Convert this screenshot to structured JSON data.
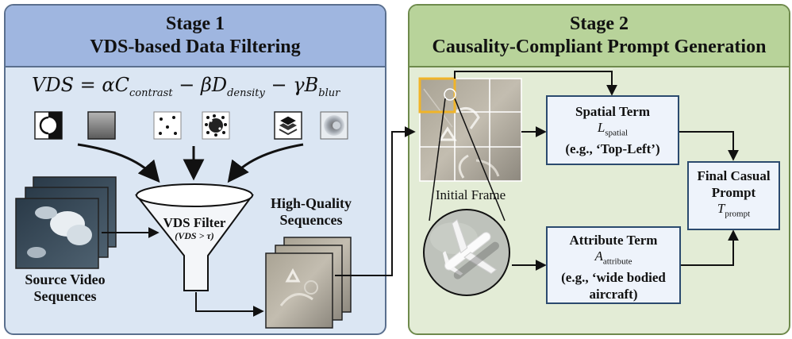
{
  "stage1": {
    "title_line1": "Stage 1",
    "title_line2": "VDS-based Data Filtering",
    "formula": {
      "lhs": "VDS",
      "eq": "=",
      "coef1": "α",
      "term1": "C",
      "sub1": "contrast",
      "minus1": "−",
      "coef2": "β",
      "term2": "D",
      "sub2": "density",
      "minus2": "−",
      "coef3": "γ",
      "term3": "B",
      "sub3": "blur"
    },
    "filter_label": "VDS Filter",
    "filter_condition": "(VDS > τ)",
    "source_label_line1": "Source Video",
    "source_label_line2": "Sequences",
    "hq_label_line1": "High-Quality",
    "hq_label_line2": "Sequences"
  },
  "stage2": {
    "title_line1": "Stage 2",
    "title_line2": "Causality-Compliant Prompt Generation",
    "initial_frame_label": "Initial Frame",
    "spatial": {
      "title": "Spatial Term",
      "symbol": "L",
      "symbol_sub": "spatial",
      "example": "(e.g., ‘Top-Left’)"
    },
    "attribute": {
      "title": "Attribute Term",
      "symbol": "A",
      "symbol_sub": "attribute",
      "example_line1": "(e.g., ‘wide bodied",
      "example_line2": "aircraft)"
    },
    "final": {
      "title_line1": "Final Casual",
      "title_line2": "Prompt",
      "symbol": "T",
      "symbol_sub": "prompt"
    }
  },
  "colors": {
    "stage1_bg": "#dbe6f3",
    "stage1_header": "#9fb6e0",
    "stage2_bg": "#e3ecd6",
    "stage2_header": "#b8d39a",
    "box_border": "#2b4a6e",
    "highlight": "#f0b429"
  }
}
